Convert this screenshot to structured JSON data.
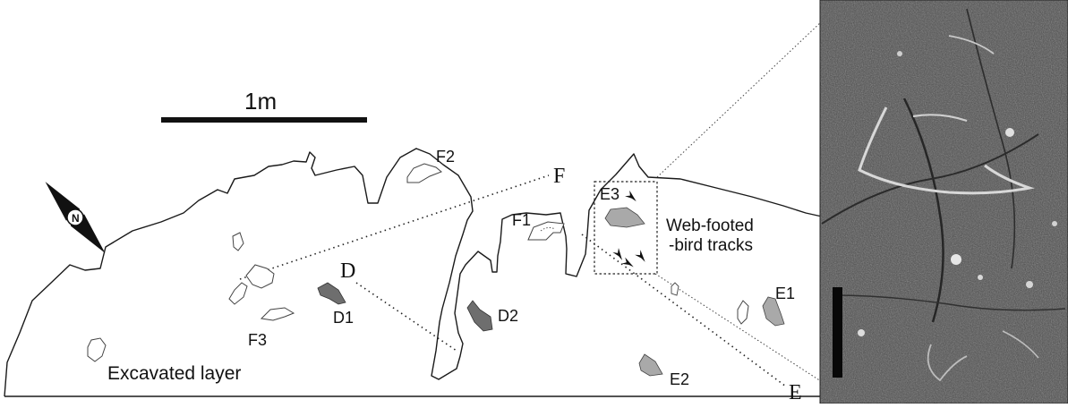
{
  "scale_bar": {
    "label": "1m"
  },
  "north_arrow": {
    "label": "N"
  },
  "labels": {
    "excavated_layer": "Excavated layer",
    "web_footed_line1": "Web-footed",
    "web_footed_line2": "-bird tracks",
    "F1": "F1",
    "F2": "F2",
    "F3": "F3",
    "D1": "D1",
    "D2": "D2",
    "E1": "E1",
    "E2": "E2",
    "E3": "E3",
    "D": "D",
    "E": "E",
    "F": "F"
  },
  "colors": {
    "outline": "#1a1a1a",
    "dark_track": "#6e6e6e",
    "light_track": "#a9a9a9",
    "photo_base": "#4a4a4a"
  }
}
